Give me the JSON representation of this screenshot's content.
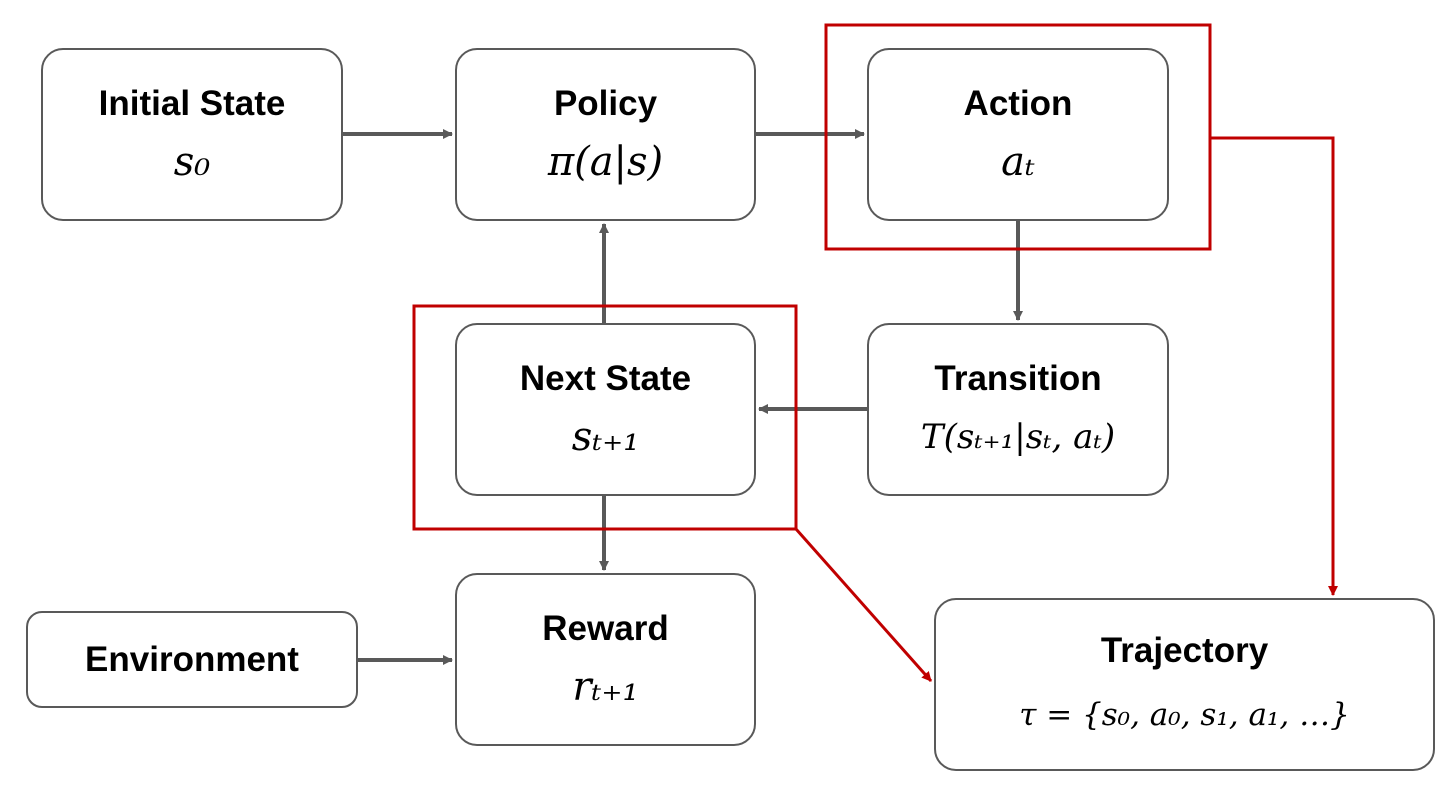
{
  "colors": {
    "node_border": "#595959",
    "arrow": "#595959",
    "highlight": "#c00000"
  },
  "nodes": {
    "initial_state": {
      "title": "Initial State",
      "math": "s₀"
    },
    "policy": {
      "title": "Policy",
      "math": "π(a|s)"
    },
    "action": {
      "title": "Action",
      "math": "aₜ"
    },
    "next_state": {
      "title": "Next State",
      "math": "sₜ₊₁"
    },
    "transition": {
      "title": "Transition",
      "math": "T(sₜ₊₁|sₜ, aₜ)"
    },
    "environment": {
      "title": "Environment"
    },
    "reward": {
      "title": "Reward",
      "math": "rₜ₊₁"
    },
    "trajectory": {
      "title": "Trajectory",
      "math": "τ = {s₀, a₀, s₁, a₁, …}"
    }
  },
  "edges": [
    {
      "from": "initial_state",
      "to": "policy"
    },
    {
      "from": "policy",
      "to": "action"
    },
    {
      "from": "action",
      "to": "transition"
    },
    {
      "from": "transition",
      "to": "next_state"
    },
    {
      "from": "next_state",
      "to": "policy"
    },
    {
      "from": "next_state",
      "to": "reward"
    },
    {
      "from": "environment",
      "to": "reward"
    },
    {
      "from": "action",
      "to": "trajectory",
      "highlight": true
    },
    {
      "from": "next_state",
      "to": "trajectory",
      "highlight": true
    }
  ],
  "highlighted_nodes": [
    "action",
    "next_state"
  ]
}
